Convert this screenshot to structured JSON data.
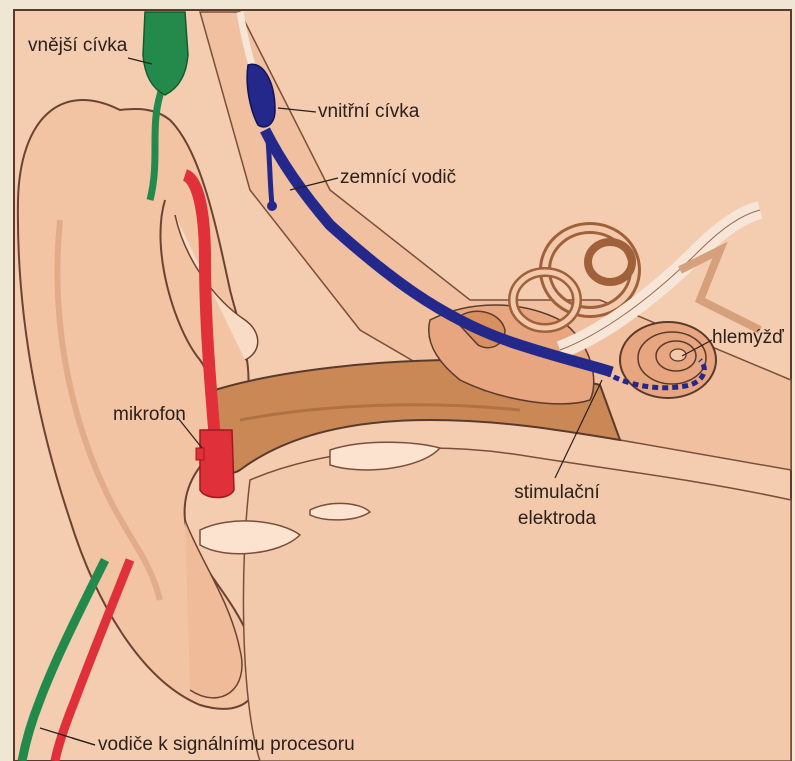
{
  "labels": {
    "outer_coil": "vnější cívka",
    "inner_coil": "vnitřní cívka",
    "ground_wire": "zemnící vodič",
    "cochlea": "hlemýžď",
    "microphone": "mikrofon",
    "stim_electrode_line1": "stimulační",
    "stim_electrode_line2": "elektroda",
    "processor_wires": "vodiče k signálnímu procesoru"
  },
  "colors": {
    "paper_border": "#efe6d3",
    "skin": "#f2c7a8",
    "skin_dark": "#e1a885",
    "canal": "#c98856",
    "bone": "#f6d6be",
    "outline": "#5a3b2b",
    "outer_coil_green": "#238a4c",
    "microphone_red": "#e0303a",
    "inner_coil_blue": "#23288a"
  }
}
